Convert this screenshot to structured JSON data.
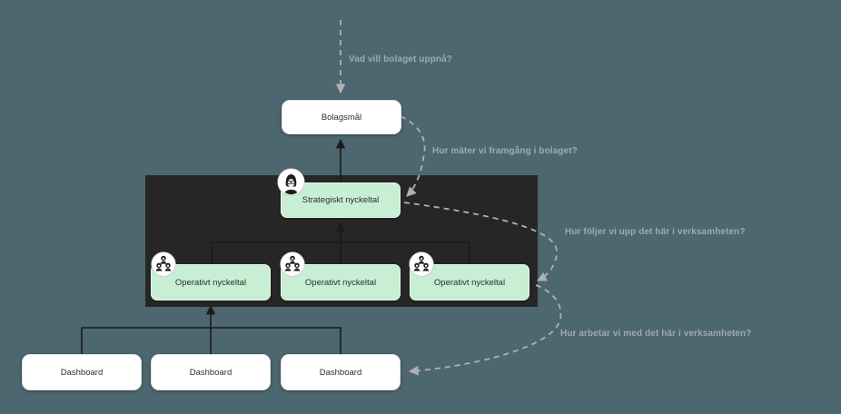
{
  "diagram": {
    "colors": {
      "background": "#4c6770",
      "container": "#262626",
      "node_green": "#c8eed3",
      "node_white": "#ffffff",
      "solid_edge": "#1a1a1a",
      "dashed_edge": "#b4aeb1",
      "annotation_text": "#a0aaac"
    },
    "nodes": {
      "bolagsmal": {
        "label": "Bolagsmål",
        "type": "goal"
      },
      "strategiskt": {
        "label": "Strategiskt nyckeltal",
        "icon": "person-avatar-icon"
      },
      "operativt1": {
        "label": "Operativt nyckeltal",
        "icon": "team-avatar-icon"
      },
      "operativt2": {
        "label": "Operativt nyckeltal",
        "icon": "team-avatar-icon"
      },
      "operativt3": {
        "label": "Operativt nyckeltal",
        "icon": "team-avatar-icon"
      },
      "dashboard1": {
        "label": "Dashboard"
      },
      "dashboard2": {
        "label": "Dashboard"
      },
      "dashboard3": {
        "label": "Dashboard"
      }
    },
    "annotations": {
      "q1": {
        "text": "Vad vill bolaget uppnå?"
      },
      "q2": {
        "text": "Hur mäter vi framgång i bolaget?"
      },
      "q3": {
        "text": "Hur följer vi upp det här i verksamheten?"
      },
      "q4": {
        "text": "Hur arbetar vi med det här i verksamheten?"
      }
    },
    "edges": [
      {
        "from": "strategiskt",
        "to": "bolagsmal",
        "style": "solid",
        "arrow": "up"
      },
      {
        "from": "operativt-row",
        "to": "strategiskt",
        "style": "solid",
        "arrow": "up"
      },
      {
        "from": "dashboard-row",
        "to": "operativt1",
        "style": "solid",
        "arrow": "up"
      },
      {
        "from": "offscreen-top",
        "to": "bolagsmal",
        "style": "dashed",
        "annotation": "q1"
      },
      {
        "from": "bolagsmal",
        "to": "strategiskt",
        "style": "dashed",
        "annotation": "q2"
      },
      {
        "from": "strategiskt",
        "to": "operativt3",
        "style": "dashed",
        "annotation": "q3"
      },
      {
        "from": "operativt3",
        "to": "dashboard3",
        "style": "dashed",
        "annotation": "q4"
      }
    ]
  }
}
